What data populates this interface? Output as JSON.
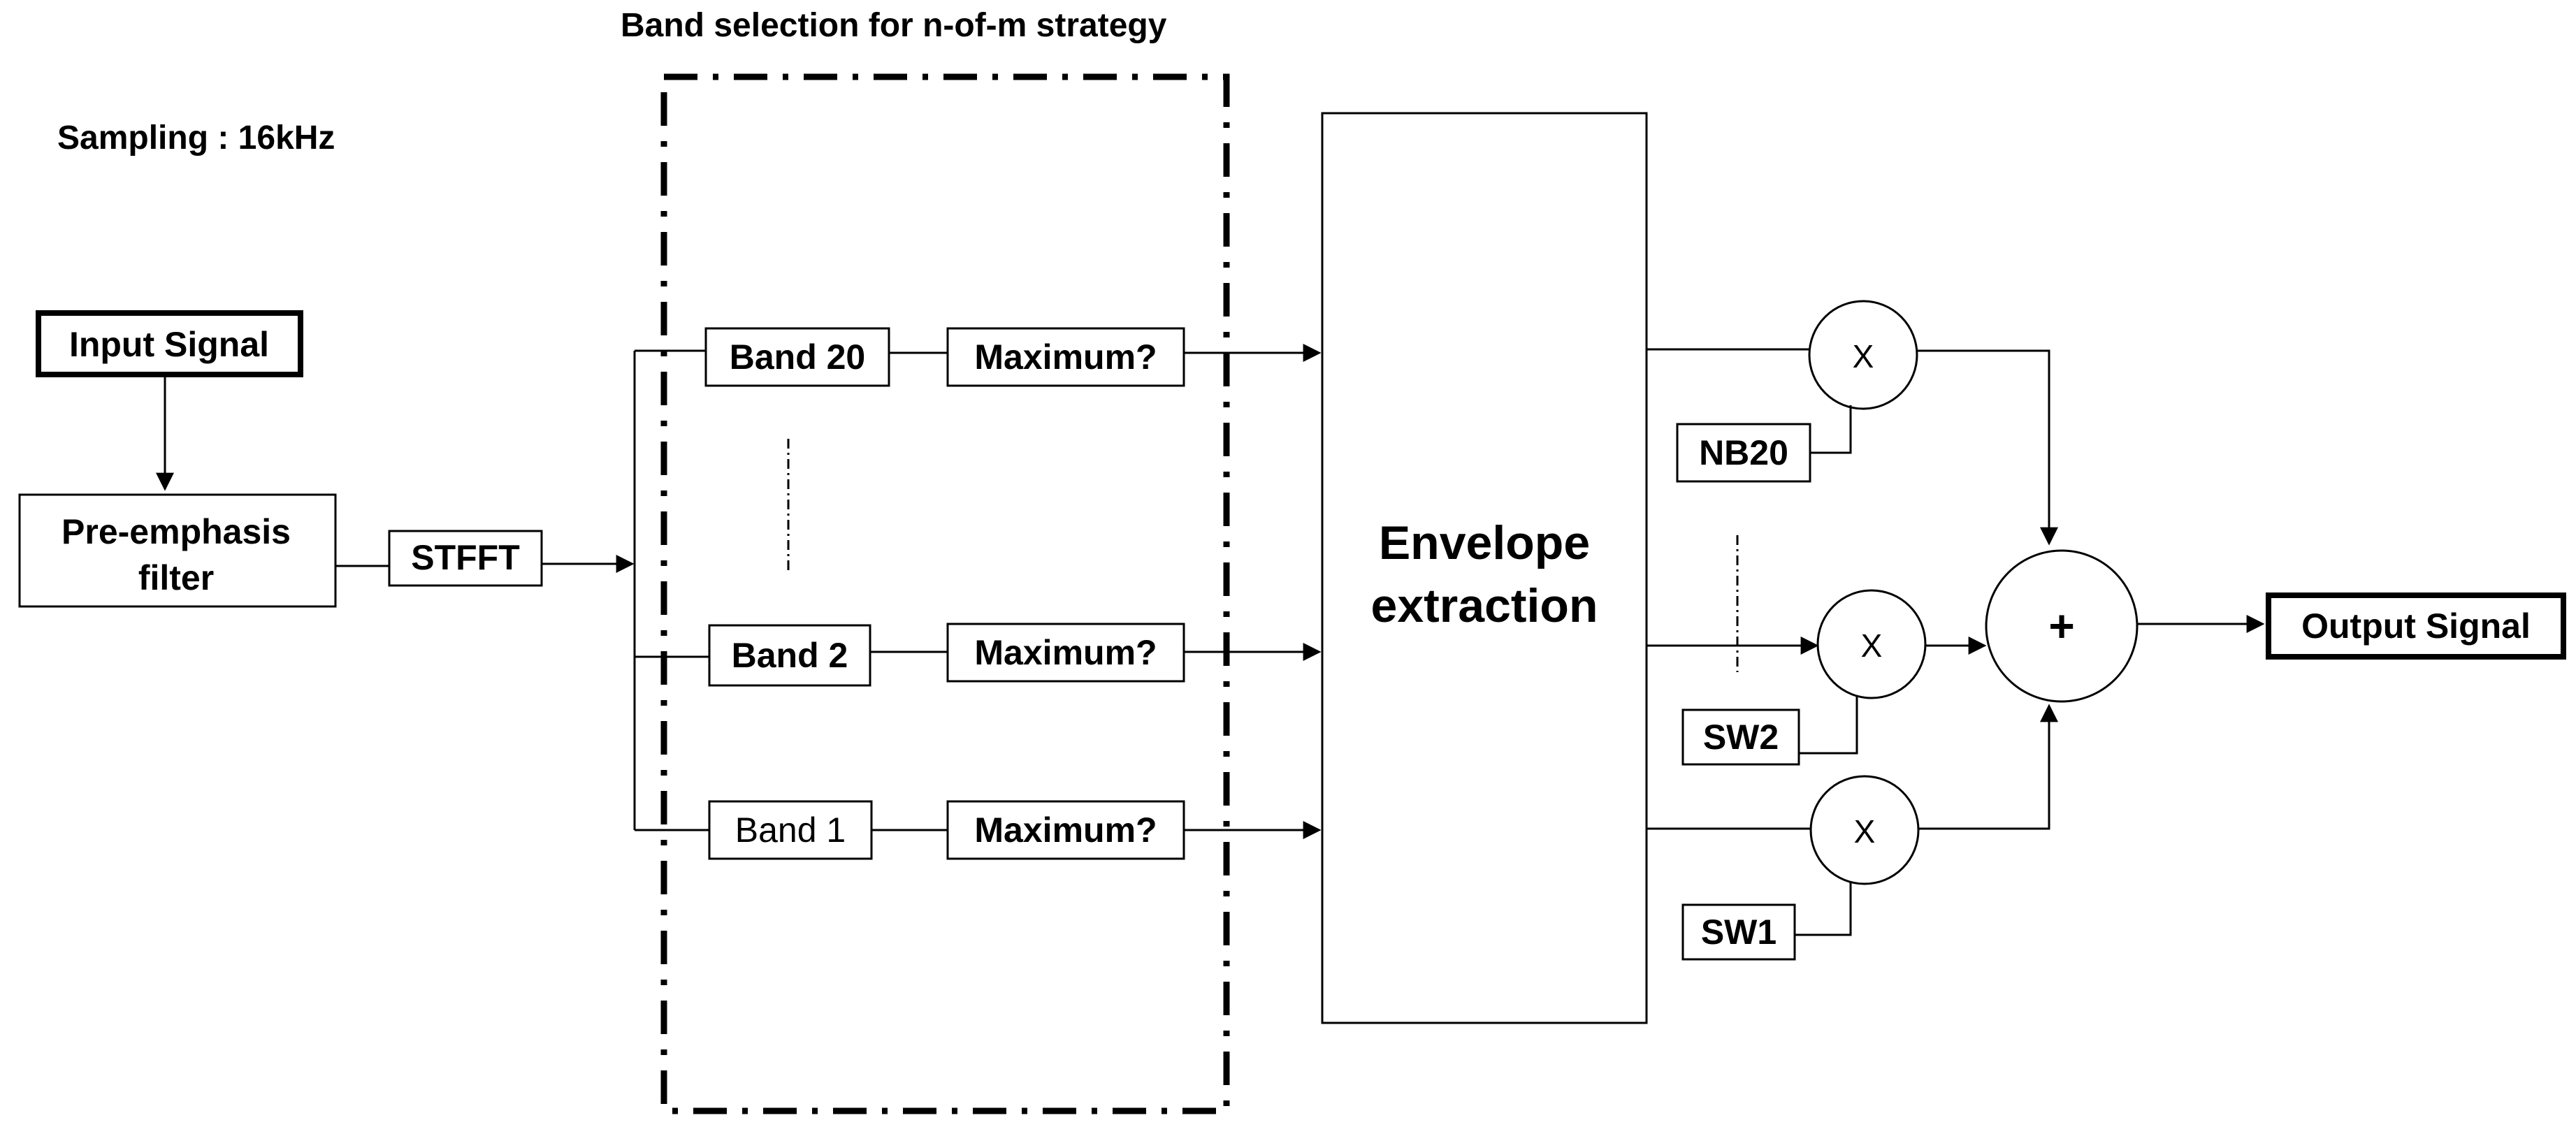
{
  "title": "Band selection for n-of-m strategy",
  "sampling": "Sampling : 16kHz",
  "input_signal": "Input Signal",
  "pre_emphasis": [
    "Pre-emphasis",
    "filter"
  ],
  "stft": "STFFT",
  "bands": [
    {
      "label": "Band 20",
      "max": "Maximum?"
    },
    {
      "label": "Band 2",
      "max": "Maximum?"
    },
    {
      "label": "Band 1",
      "max": "Maximum?"
    }
  ],
  "envelope": [
    "Envelope",
    "extraction"
  ],
  "multiplier_symbol": "X",
  "sum_symbol": "+",
  "switches": [
    "NB20",
    "SW2",
    "SW1"
  ],
  "output_signal": "Output Signal",
  "colors": {
    "stroke": "#000000",
    "background": "#ffffff"
  }
}
